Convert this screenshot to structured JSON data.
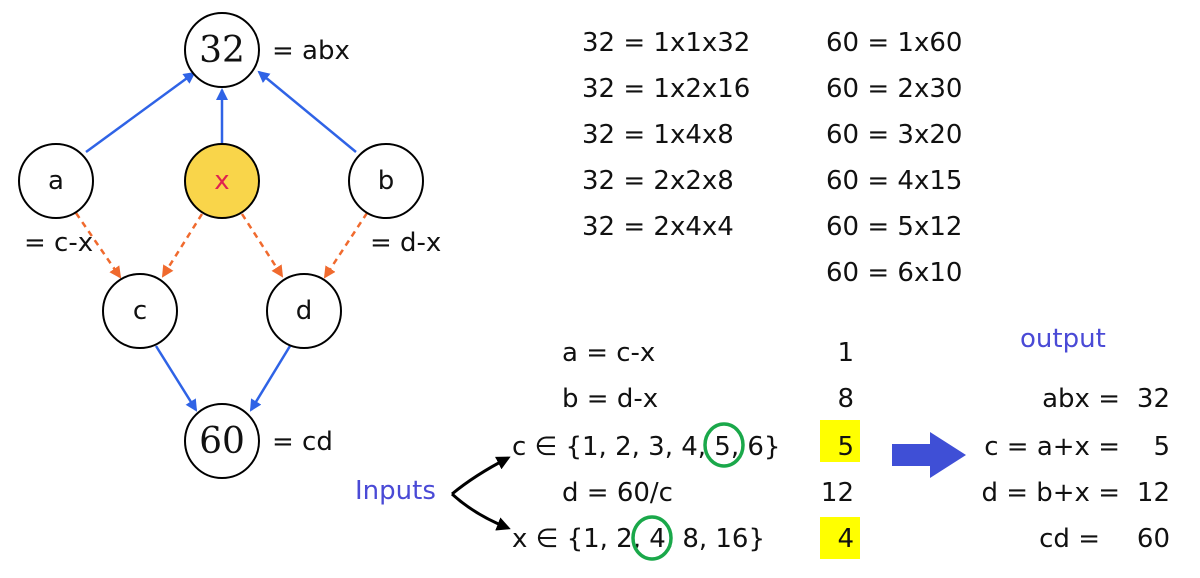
{
  "graph": {
    "nodes": {
      "top": "32",
      "a": "a",
      "x": "x",
      "b": "b",
      "c": "c",
      "d": "d",
      "bottom": "60"
    },
    "labels": {
      "top": "= abx",
      "a": "= c-x",
      "b": "= d-x",
      "bottom": "= cd"
    },
    "colors": {
      "solid_edge": "#2f63e6",
      "dashed_edge": "#f06a2e",
      "x_fill": "#f9d54a",
      "x_text": "#e0224f"
    }
  },
  "factorizations": {
    "col32": [
      "32 = 1x1x32",
      "32 = 1x2x16",
      "32 = 1x4x8",
      "32 = 2x2x8",
      "32 = 2x4x4"
    ],
    "col60": [
      "60 = 1x60",
      "60 = 2x30",
      "60 = 3x20",
      "60 = 4x15",
      "60 = 5x12",
      "60 = 6x10"
    ]
  },
  "inputs_label": "Inputs",
  "equations": [
    {
      "expr": "a = c-x",
      "value": "1",
      "highlight": false
    },
    {
      "expr": "b = d-x",
      "value": "8",
      "highlight": false
    },
    {
      "expr": "c ∈ {1, 2, 3, 4, 5, 6}",
      "value": "5",
      "highlight": true
    },
    {
      "expr": "d  = 60/c",
      "value": "12",
      "highlight": false
    },
    {
      "expr": "x ∈ {1, 2, 4, 8, 16}",
      "value": "4",
      "highlight": true
    }
  ],
  "output": {
    "title": "output",
    "rows": [
      {
        "lhs": "abx =",
        "value": "32"
      },
      {
        "lhs": "c = a+x =",
        "value": "5"
      },
      {
        "lhs": "d = b+x =",
        "value": "12"
      },
      {
        "lhs": "cd =",
        "value": "60"
      }
    ],
    "colors": {
      "title": "#4a4ad6",
      "arrow": "#3f4fd6",
      "highlight": "#ffff00",
      "circle": "#1aa84a"
    }
  }
}
